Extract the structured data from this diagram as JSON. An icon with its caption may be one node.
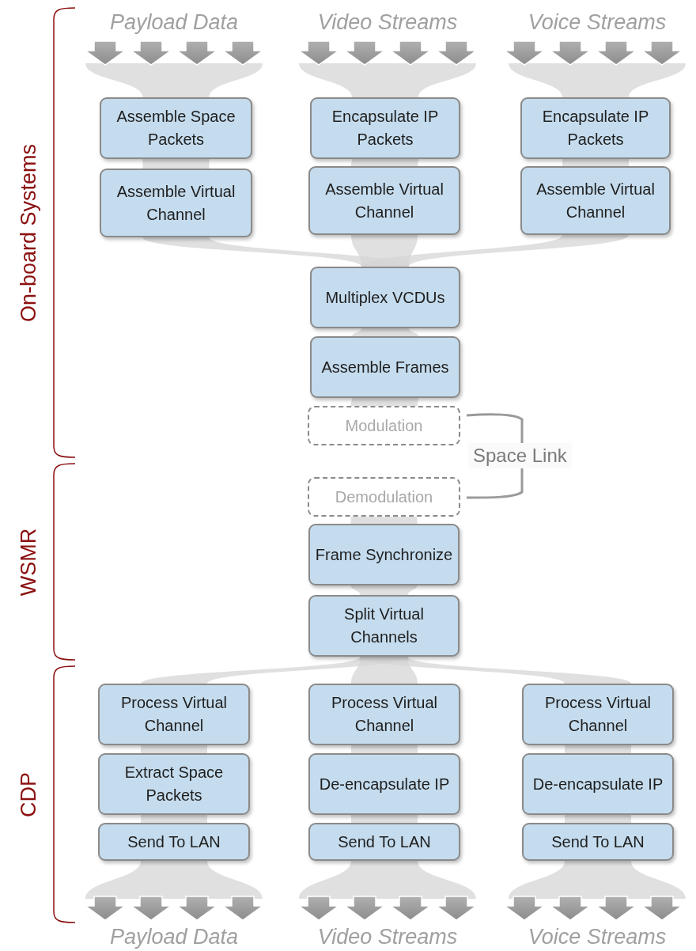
{
  "diagram": {
    "nodes": [
      {
        "text": [
          "Assemble Space Packets"
        ]
      },
      {
        "text": [
          "Encapsulate IP Packets"
        ]
      },
      {
        "text": [
          "Encapsulate IP Packets"
        ]
      },
      {
        "text": [
          "Assemble Virtual Channel"
        ]
      },
      {
        "text": [
          "Assemble Virtual Channel"
        ]
      },
      {
        "text": [
          "Assemble Virtual Channel"
        ]
      },
      {
        "text": [
          "Multiplex VCDUs"
        ]
      },
      {
        "text": [
          "Assemble Frames"
        ]
      },
      {
        "text": [
          "Modulation"
        ]
      },
      {
        "text": [
          "Demodulation"
        ]
      },
      {
        "text": [
          "Frame Synchronize"
        ]
      },
      {
        "text": [
          "Split Virtual Channels"
        ]
      },
      {
        "text": [
          "Process Virtual Channel"
        ]
      },
      {
        "text": [
          "Process Virtual Channel"
        ]
      },
      {
        "text": [
          "Process Virtual Channel"
        ]
      },
      {
        "text": [
          "Extract Space Packets"
        ]
      },
      {
        "text": [
          "De-encapsulate IP"
        ]
      },
      {
        "text": [
          "De-encapsulate IP"
        ]
      },
      {
        "text": [
          "Send To LAN"
        ]
      },
      {
        "text": [
          "Send To LAN"
        ]
      },
      {
        "text": [
          "Send To LAN"
        ]
      },
      {
        "text": [
          "Payload Data"
        ]
      },
      {
        "text": [
          "Video Streams"
        ]
      },
      {
        "text": [
          "Voice Streams"
        ]
      },
      {
        "text": [
          "Payload Data"
        ]
      },
      {
        "text": [
          "Video Streams"
        ]
      },
      {
        "text": [
          "Voice Streams"
        ]
      }
    ],
    "edges": [
      {
        "from": 21,
        "to": 0,
        "arrow": "none"
      },
      {
        "from": 22,
        "to": 1,
        "arrow": "none"
      },
      {
        "from": 23,
        "to": 2,
        "arrow": "none"
      },
      {
        "from": 0,
        "to": 3,
        "arrow": "none"
      },
      {
        "from": 1,
        "to": 4,
        "arrow": "none"
      },
      {
        "from": 2,
        "to": 5,
        "arrow": "none"
      },
      {
        "from": 3,
        "to": 6,
        "arrow": "none"
      },
      {
        "from": 4,
        "to": 6,
        "arrow": "none"
      },
      {
        "from": 5,
        "to": 6,
        "arrow": "none"
      },
      {
        "from": 6,
        "to": 7,
        "arrow": "none"
      },
      {
        "from": 7,
        "to": 8,
        "arrow": "none"
      },
      {
        "from": 8,
        "to": 9,
        "label": "Space Link",
        "arrow": "none"
      },
      {
        "from": 9,
        "to": 10,
        "arrow": "none"
      },
      {
        "from": 10,
        "to": 11,
        "arrow": "none"
      },
      {
        "from": 11,
        "to": 12,
        "arrow": "none"
      },
      {
        "from": 11,
        "to": 13,
        "arrow": "none"
      },
      {
        "from": 11,
        "to": 14,
        "arrow": "none"
      },
      {
        "from": 12,
        "to": 15,
        "arrow": "none"
      },
      {
        "from": 13,
        "to": 16,
        "arrow": "none"
      },
      {
        "from": 14,
        "to": 17,
        "arrow": "none"
      },
      {
        "from": 15,
        "to": 18,
        "arrow": "none"
      },
      {
        "from": 16,
        "to": 19,
        "arrow": "none"
      },
      {
        "from": 17,
        "to": 20,
        "arrow": "none"
      },
      {
        "from": 18,
        "to": 24,
        "arrow": "none"
      },
      {
        "from": 19,
        "to": 25,
        "arrow": "none"
      },
      {
        "from": 20,
        "to": 26,
        "arrow": "none"
      }
    ],
    "labels": [
      "On-board Systems",
      "WSMR",
      "CDP"
    ]
  }
}
